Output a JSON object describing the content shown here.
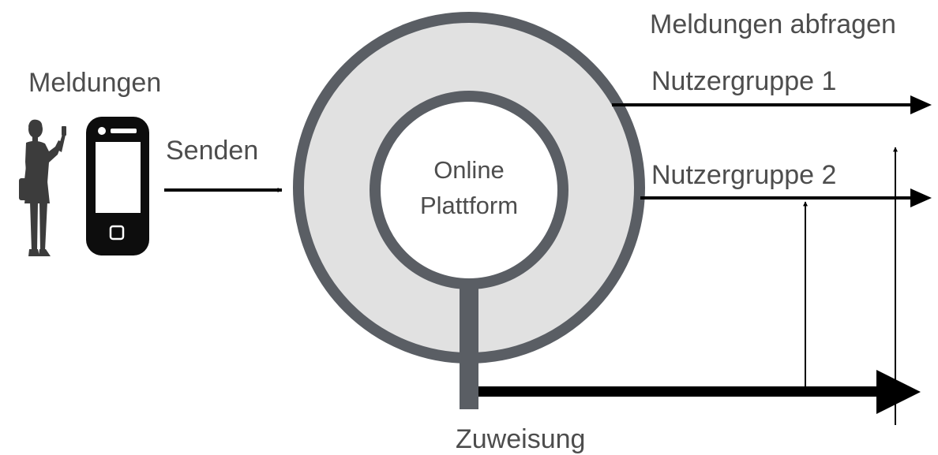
{
  "labels": {
    "meldungen": "Meldungen",
    "senden": "Senden",
    "platform_line1": "Online",
    "platform_line2": "Plattform",
    "abfragen": "Meldungen abfragen",
    "gruppe1": "Nutzergruppe 1",
    "gruppe2": "Nutzergruppe 2",
    "zuweisung": "Zuweisung"
  },
  "colors": {
    "ring_stroke": "#5a5e64",
    "ring_fill": "#e1e1e1",
    "arrow": "#000000",
    "text": "#4d4d4d",
    "phone": "#0d0d0d",
    "person": "#3c3c3c"
  }
}
